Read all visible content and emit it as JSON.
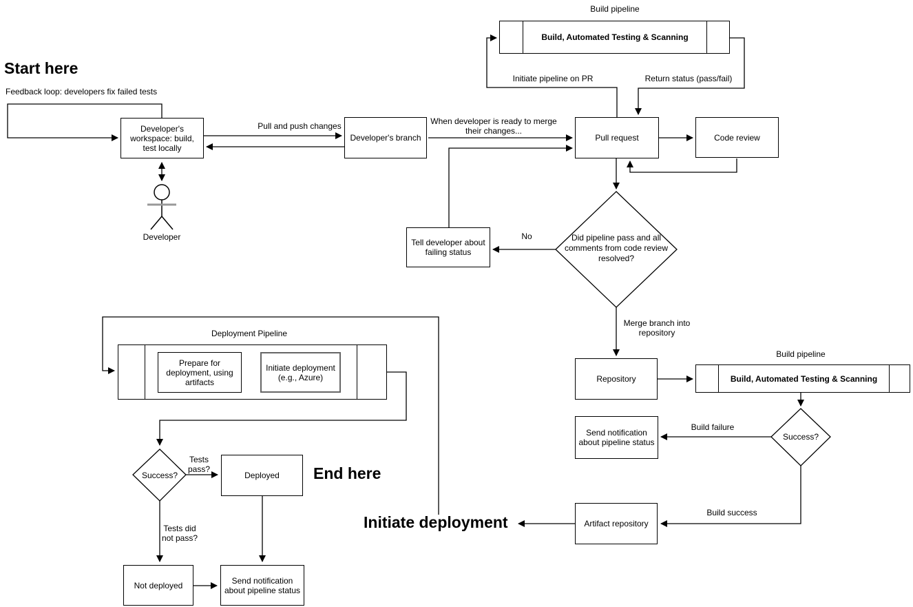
{
  "headings": {
    "start": "Start here",
    "end": "End here",
    "initiate_deployment": "Initiate deployment"
  },
  "labels": {
    "feedback_loop": "Feedback loop: developers fix failed tests",
    "pull_push": "Pull and push changes",
    "ready_merge": "When developer is ready to merge their changes...",
    "initiate_pr": "Initiate pipeline on PR",
    "return_status": "Return status (pass/fail)",
    "no": "No",
    "merge_branch": "Merge branch into repository",
    "build_failure": "Build failure",
    "build_success": "Build success",
    "tests_pass": "Tests pass?",
    "tests_not_pass": "Tests did not pass?"
  },
  "pipelines": {
    "build_top": {
      "title": "Build pipeline",
      "stage": "Build, Automated Testing & Scanning"
    },
    "build_main": {
      "title": "Build pipeline",
      "stage": "Build, Automated Testing & Scanning"
    },
    "deployment": {
      "title": "Deployment Pipeline",
      "stage1": "Prepare for deployment, using artifacts",
      "stage2": "Initiate deployment (e.g., Azure)"
    }
  },
  "nodes": {
    "workspace": "Developer's workspace: build, test locally",
    "branch": "Developer's branch",
    "pull_request": "Pull request",
    "code_review": "Code review",
    "tell_developer": "Tell developer about failing status",
    "decision_pr": "Did pipeline pass and all comments from code review resolved?",
    "repository": "Repository",
    "notify_build": "Send notification about pipeline status",
    "success_build": "Success?",
    "artifact_repo": "Artifact repository",
    "success_deploy": "Success?",
    "deployed": "Deployed",
    "not_deployed": "Not deployed",
    "notify_deploy": "Send notification about pipeline status"
  },
  "actor": {
    "label": "Developer"
  },
  "colors": {
    "line": "#000000",
    "accent_border": "#666666"
  }
}
